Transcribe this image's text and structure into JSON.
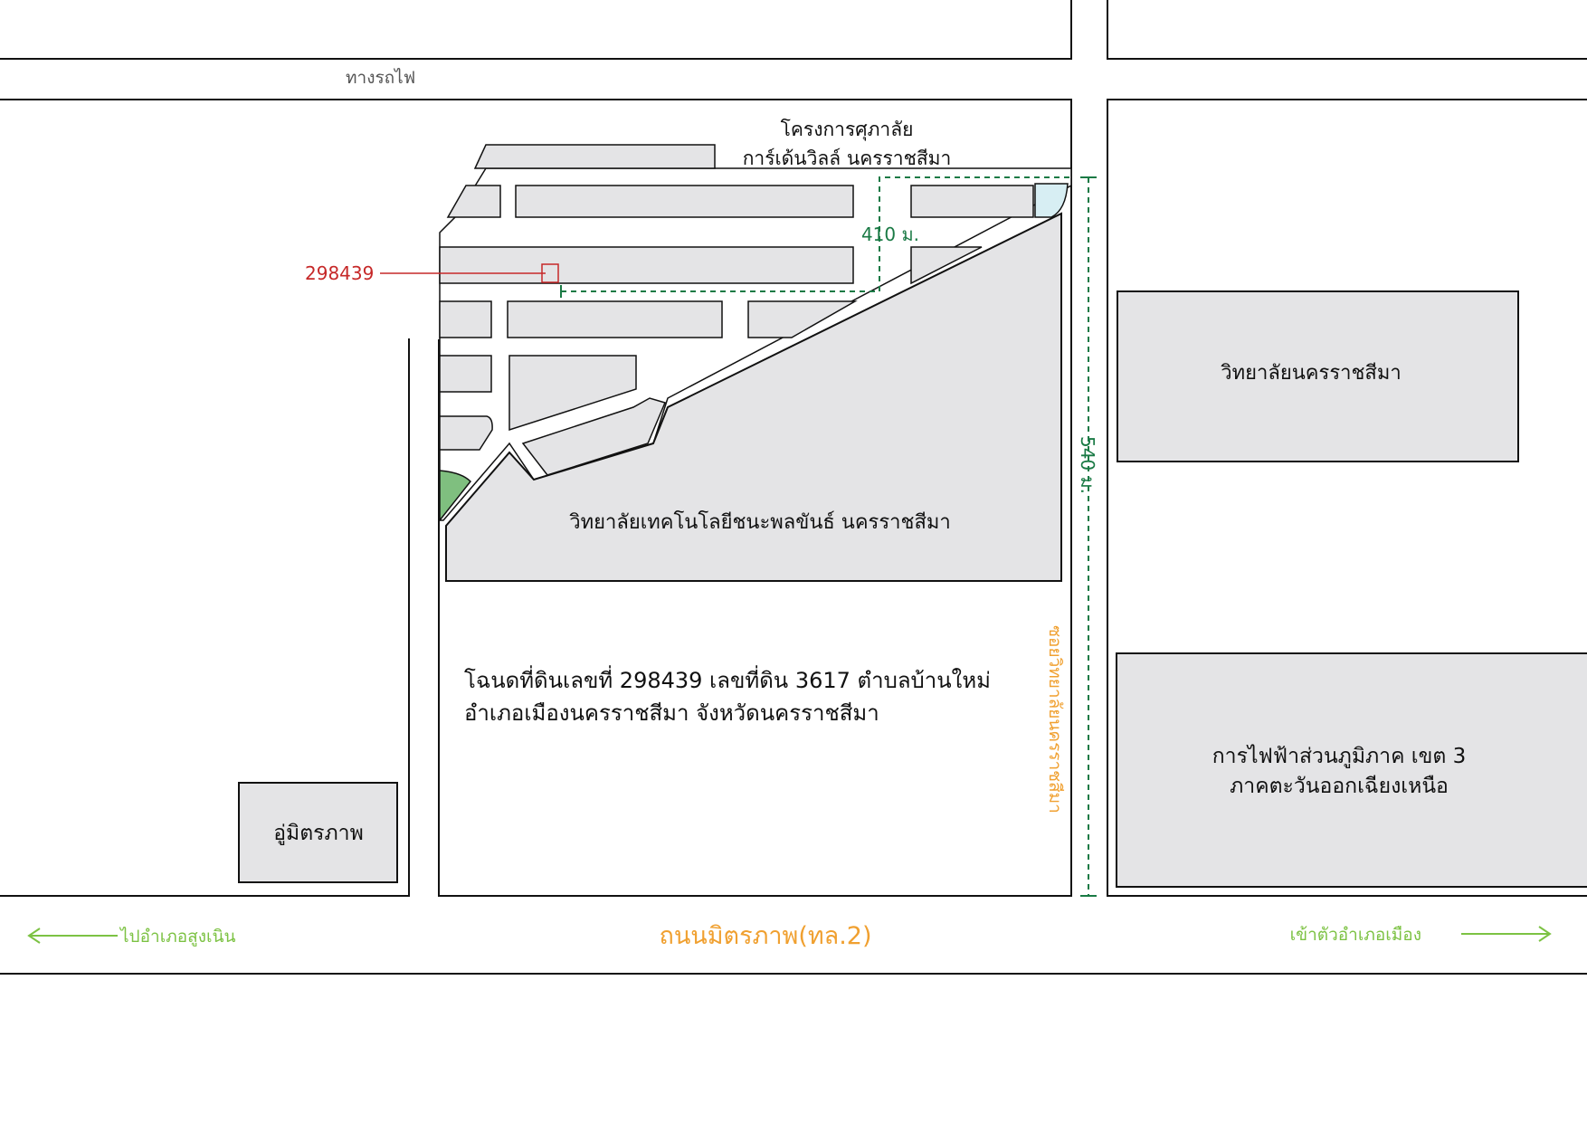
{
  "map": {
    "railway_label": "ทางรถไฟ",
    "project_label_line1": "โครงการศุภาลัย",
    "project_label_line2": "การ์เด้นวิลล์ นครราชสีมา",
    "plot_number": "298439",
    "distance_horizontal": "410 ม.",
    "distance_vertical": "540 ม.",
    "college_left": "วิทยาลัยเทคโนโลยีชนะพลขันธ์ นครราชสีมา",
    "college_right": "วิทยาลัยนครราชสีมา",
    "deed_line1": "โฉนดที่ดินเลขที่ 298439 เลขที่ดิน 3617 ตำบลบ้านใหม่",
    "deed_line2": "อำเภอเมืองนครราชสีมา จังหวัดนครราชสีมา",
    "soi_label": "ซอยวิทยาลัยนครราชสีมา",
    "garage_label": "อู่มิตรภาพ",
    "pea_line1": "การไฟฟ้าส่วนภูมิภาค เขต 3",
    "pea_line2": "ภาคตะวันออกเฉียงเหนือ",
    "main_road_label": "ถนนมิตรภาพ(ทล.2)",
    "to_left_label": "ไปอำเภอสูงเนิน",
    "to_right_label": "เข้าตัวอำเภอเมือง",
    "colors": {
      "line": "#111111",
      "block_fill": "#e4e4e6",
      "dimension": "#1a7a45",
      "plot": "#c62828",
      "road_label": "#f0a030",
      "direction": "#7cc243",
      "park": "#7fbf7f",
      "pond": "#d7eef3"
    }
  }
}
